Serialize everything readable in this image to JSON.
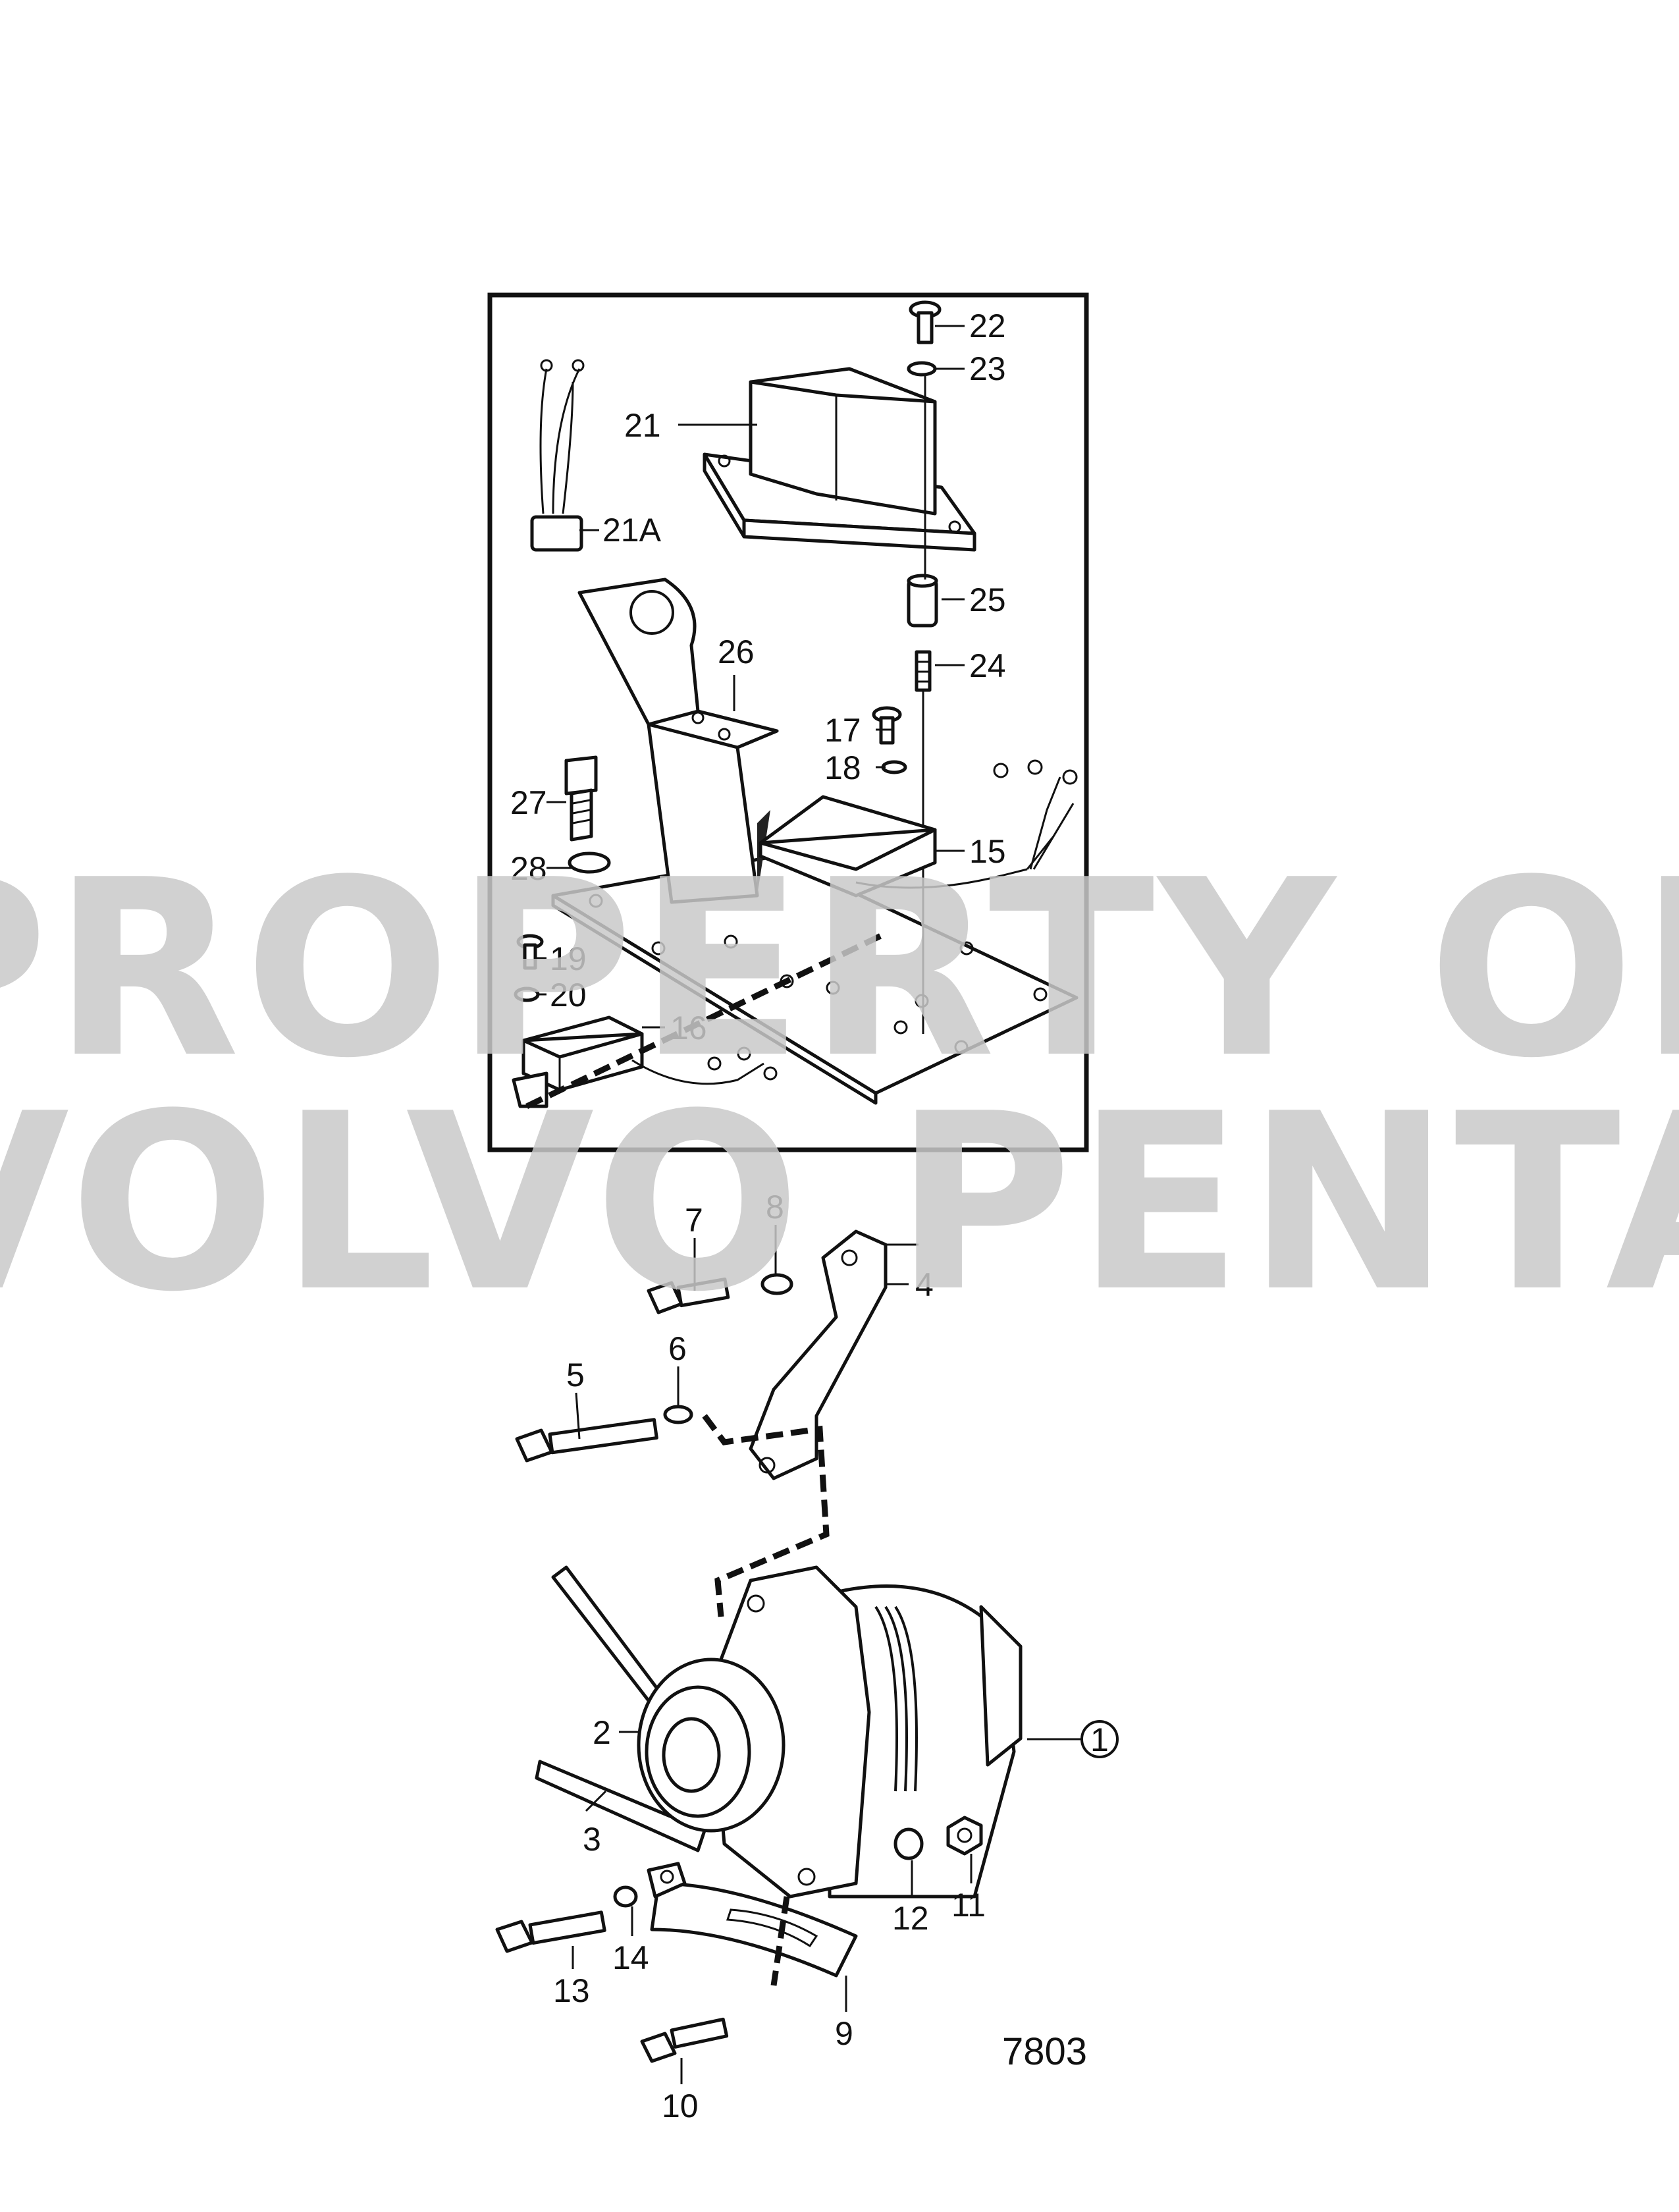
{
  "figure_number": "7803",
  "watermark": {
    "line1": "PROPERTY OF",
    "line2": "VOLVO PENTA"
  },
  "callouts": {
    "c1": "1",
    "c2": "2",
    "c3": "3",
    "c4": "4",
    "c5": "5",
    "c6": "6",
    "c7": "7",
    "c8": "8",
    "c9": "9",
    "c10": "10",
    "c11": "11",
    "c12": "12",
    "c13": "13",
    "c14": "14",
    "c15": "15",
    "c16": "16",
    "c17": "17",
    "c18": "18",
    "c19": "19",
    "c20": "20",
    "c21": "21",
    "c21A": "21A",
    "c22": "22",
    "c23": "23",
    "c24": "24",
    "c25": "25",
    "c26": "26",
    "c27": "27",
    "c28": "28"
  }
}
